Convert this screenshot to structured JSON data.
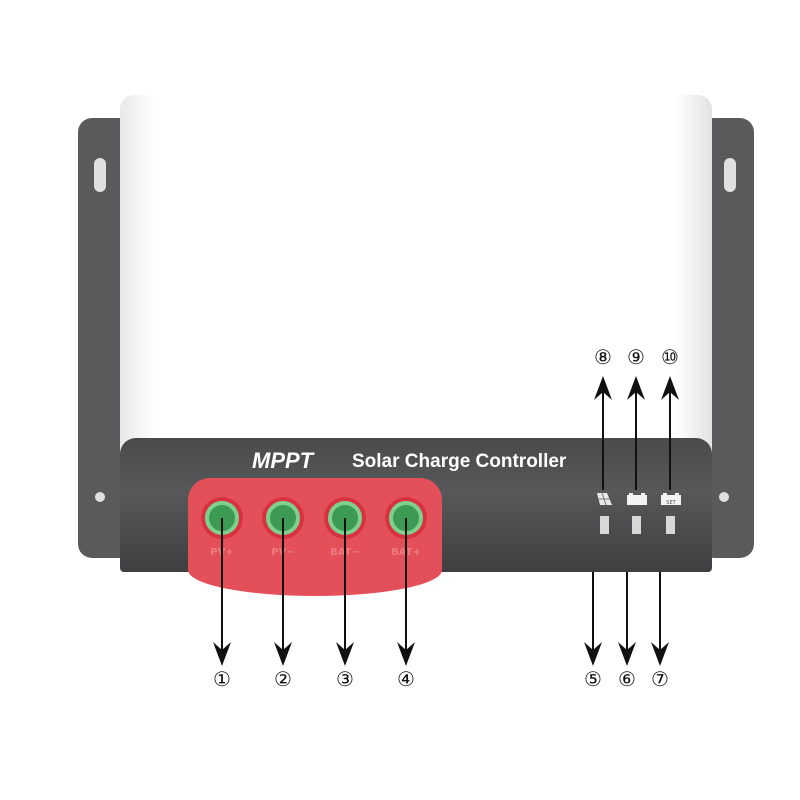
{
  "title": {
    "brand": "MPPT",
    "product": "Solar Charge Controller"
  },
  "terminals": [
    {
      "label": "PV+",
      "callout": "①"
    },
    {
      "label": "PV−",
      "callout": "②"
    },
    {
      "label": "BAT−",
      "callout": "③"
    },
    {
      "label": "BAT+",
      "callout": "④"
    }
  ],
  "lower_callouts": [
    "⑤",
    "⑥",
    "⑦"
  ],
  "indicators": [
    {
      "icon": "solar-panel-icon",
      "callout": "⑧"
    },
    {
      "icon": "battery-icon",
      "callout": "⑨"
    },
    {
      "icon": "battery-set-icon",
      "callout": "⑩",
      "label": "SET"
    }
  ],
  "colors": {
    "body": "#ffffff",
    "band": "#4a4a4c",
    "terminal_block": "#e4505a",
    "terminal": "#3c9a55"
  }
}
